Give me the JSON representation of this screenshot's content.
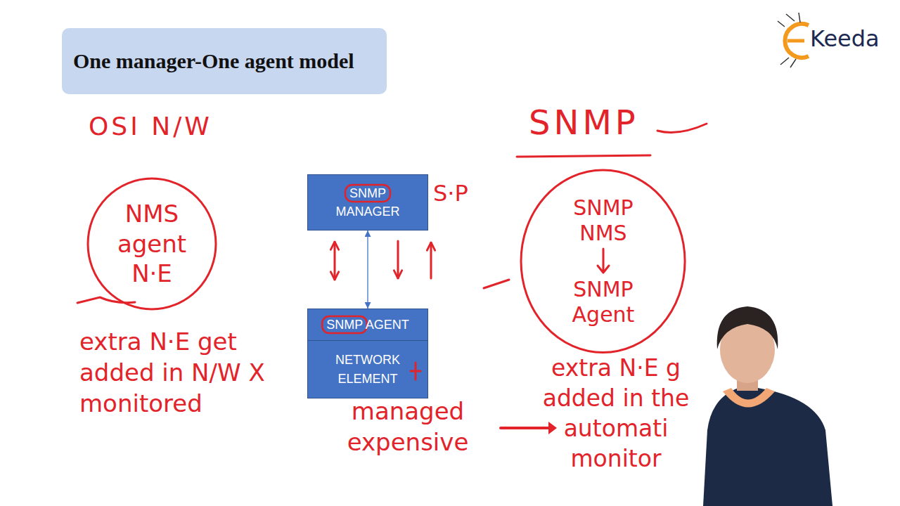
{
  "diagram": {
    "title": "One manager-One agent model",
    "nodes": [
      {
        "text": [
          "NMS agent N·E"
        ]
      },
      {
        "text": [
          "SNMP MANAGER"
        ]
      },
      {
        "text": [
          "SNMP AGENT",
          "NETWORK ELEMENT"
        ]
      },
      {
        "text": [
          "SNMP NMS",
          "SNMP Agent"
        ]
      }
    ],
    "edges": [
      {
        "from": 1,
        "to": 2,
        "arrow": "both"
      }
    ],
    "labels": [
      "Keeda",
      "OSI N/W",
      "S·P",
      "SNMP",
      "extra N·E get added in N/W X monitored",
      "managed expensive",
      "extra N·E g added in the automati monitor"
    ]
  }
}
